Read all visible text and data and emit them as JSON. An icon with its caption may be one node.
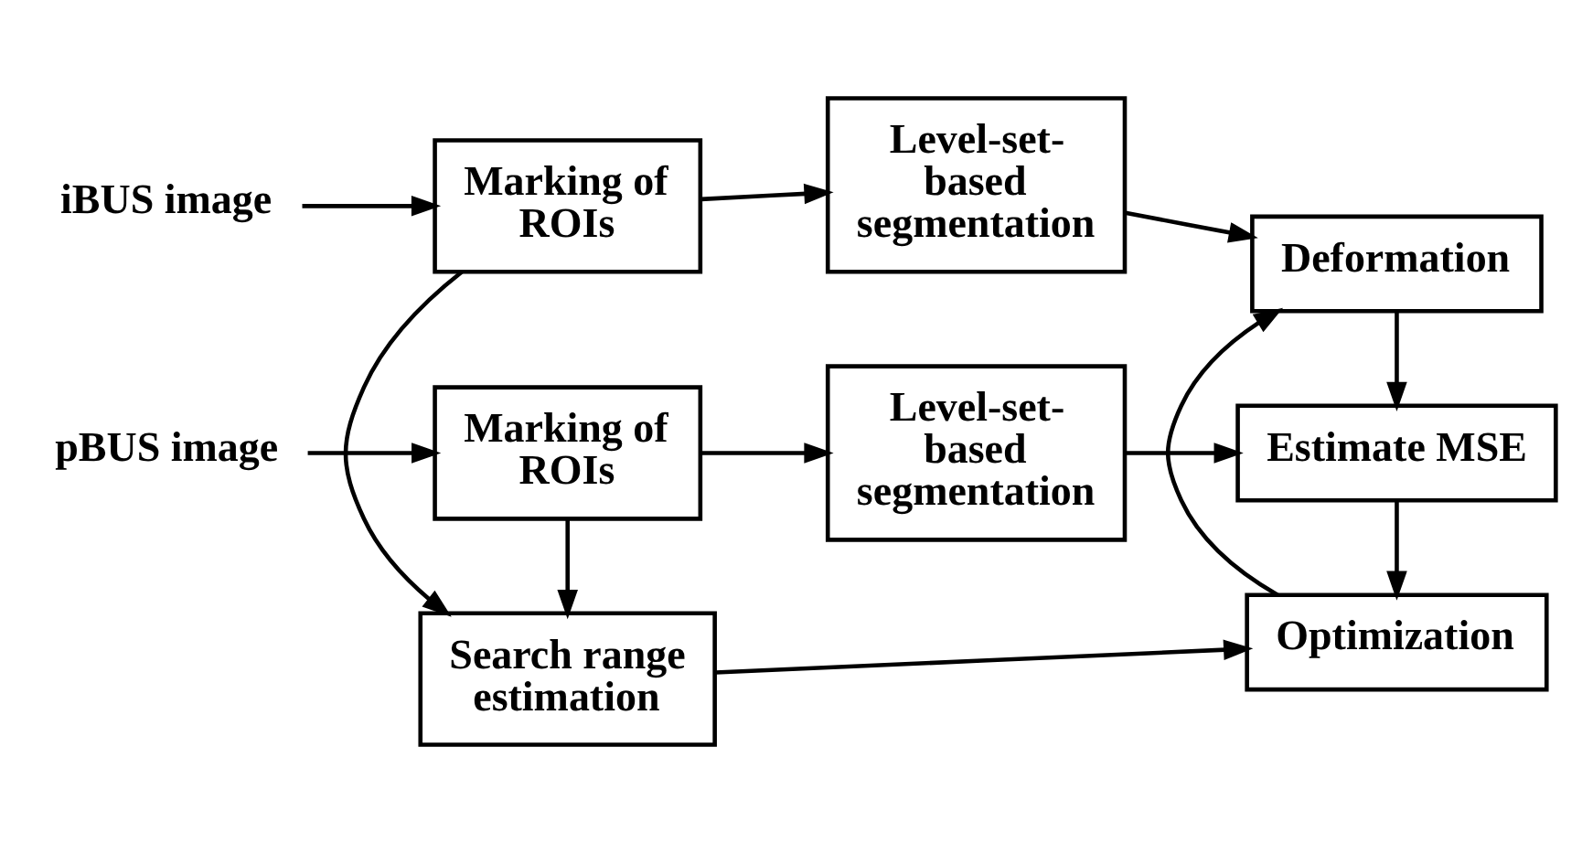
{
  "diagram": {
    "nodes": [
      {
        "text": [
          "pBUS image"
        ]
      },
      {
        "text": [
          "Marking of ROIs"
        ]
      },
      {
        "text": [
          "Level-set-based segmentation"
        ]
      },
      {
        "text": [
          "Estimate MSE"
        ]
      },
      {
        "text": [
          "Search range estimation"
        ]
      },
      {
        "text": [
          "Optimization"
        ]
      },
      {
        "text": [
          "iBUS image"
        ]
      },
      {
        "text": [
          "Marking of ROIs"
        ]
      },
      {
        "text": [
          "Level-set-based segmentation"
        ]
      },
      {
        "text": [
          "Deformation"
        ]
      }
    ],
    "edges": [
      {
        "from": 0,
        "to": 1,
        "arrow": "to"
      },
      {
        "from": 1,
        "to": 2,
        "arrow": "to"
      },
      {
        "from": 2,
        "to": 3,
        "arrow": "to"
      },
      {
        "from": 1,
        "to": 4,
        "arrow": "to"
      },
      {
        "from": 3,
        "to": 5,
        "arrow": "to"
      },
      {
        "from": 4,
        "to": 5,
        "arrow": "to"
      },
      {
        "from": 5,
        "to": 9,
        "arrow": "to"
      },
      {
        "from": 7,
        "to": 4,
        "arrow": "to"
      },
      {
        "from": 6,
        "to": 7,
        "arrow": "to"
      },
      {
        "from": 7,
        "to": 8,
        "arrow": "to"
      },
      {
        "from": 8,
        "to": 9,
        "arrow": "to"
      },
      {
        "from": 9,
        "to": 3,
        "arrow": "to"
      }
    ]
  }
}
